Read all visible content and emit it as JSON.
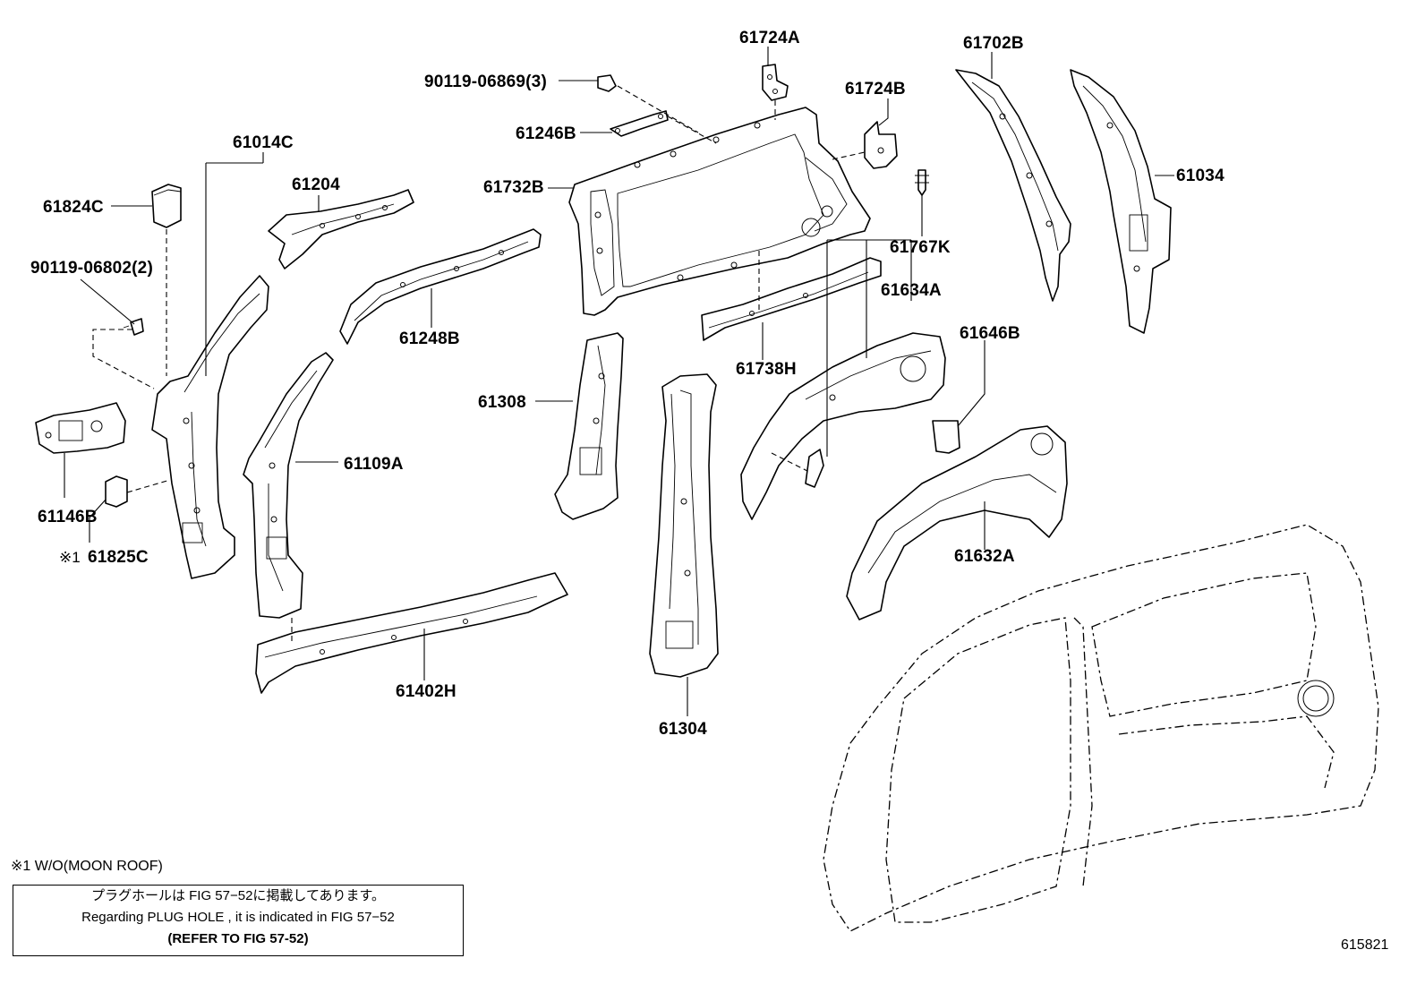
{
  "labels": {
    "p61724A": "61724A",
    "p61702B": "61702B",
    "p90119_06869": "90119-06869(3)",
    "p61724B": "61724B",
    "p61246B": "61246B",
    "p61014C": "61014C",
    "p61034": "61034",
    "p61204": "61204",
    "p61732B": "61732B",
    "p61824C": "61824C",
    "p61767K": "61767K",
    "p90119_06802": "90119-06802(2)",
    "p61634A": "61634A",
    "p61248B": "61248B",
    "p61646B": "61646B",
    "p61738H": "61738H",
    "p61308": "61308",
    "p61109A": "61109A",
    "p61146B": "61146B",
    "p61632A": "61632A",
    "p61825C": "61825C",
    "p61825C_mark": "※1",
    "p61402H": "61402H",
    "p61304": "61304"
  },
  "notes": {
    "footnote": "※1 W/O(MOON ROOF)",
    "box_line1": "プラグホールは FIG 57−52に掲載してあります。",
    "box_line2": "Regarding  PLUG  HOLE , it is indicated in  FIG  57−52",
    "box_line3": "(REFER TO FIG 57-52)",
    "figure_code": "615821"
  }
}
